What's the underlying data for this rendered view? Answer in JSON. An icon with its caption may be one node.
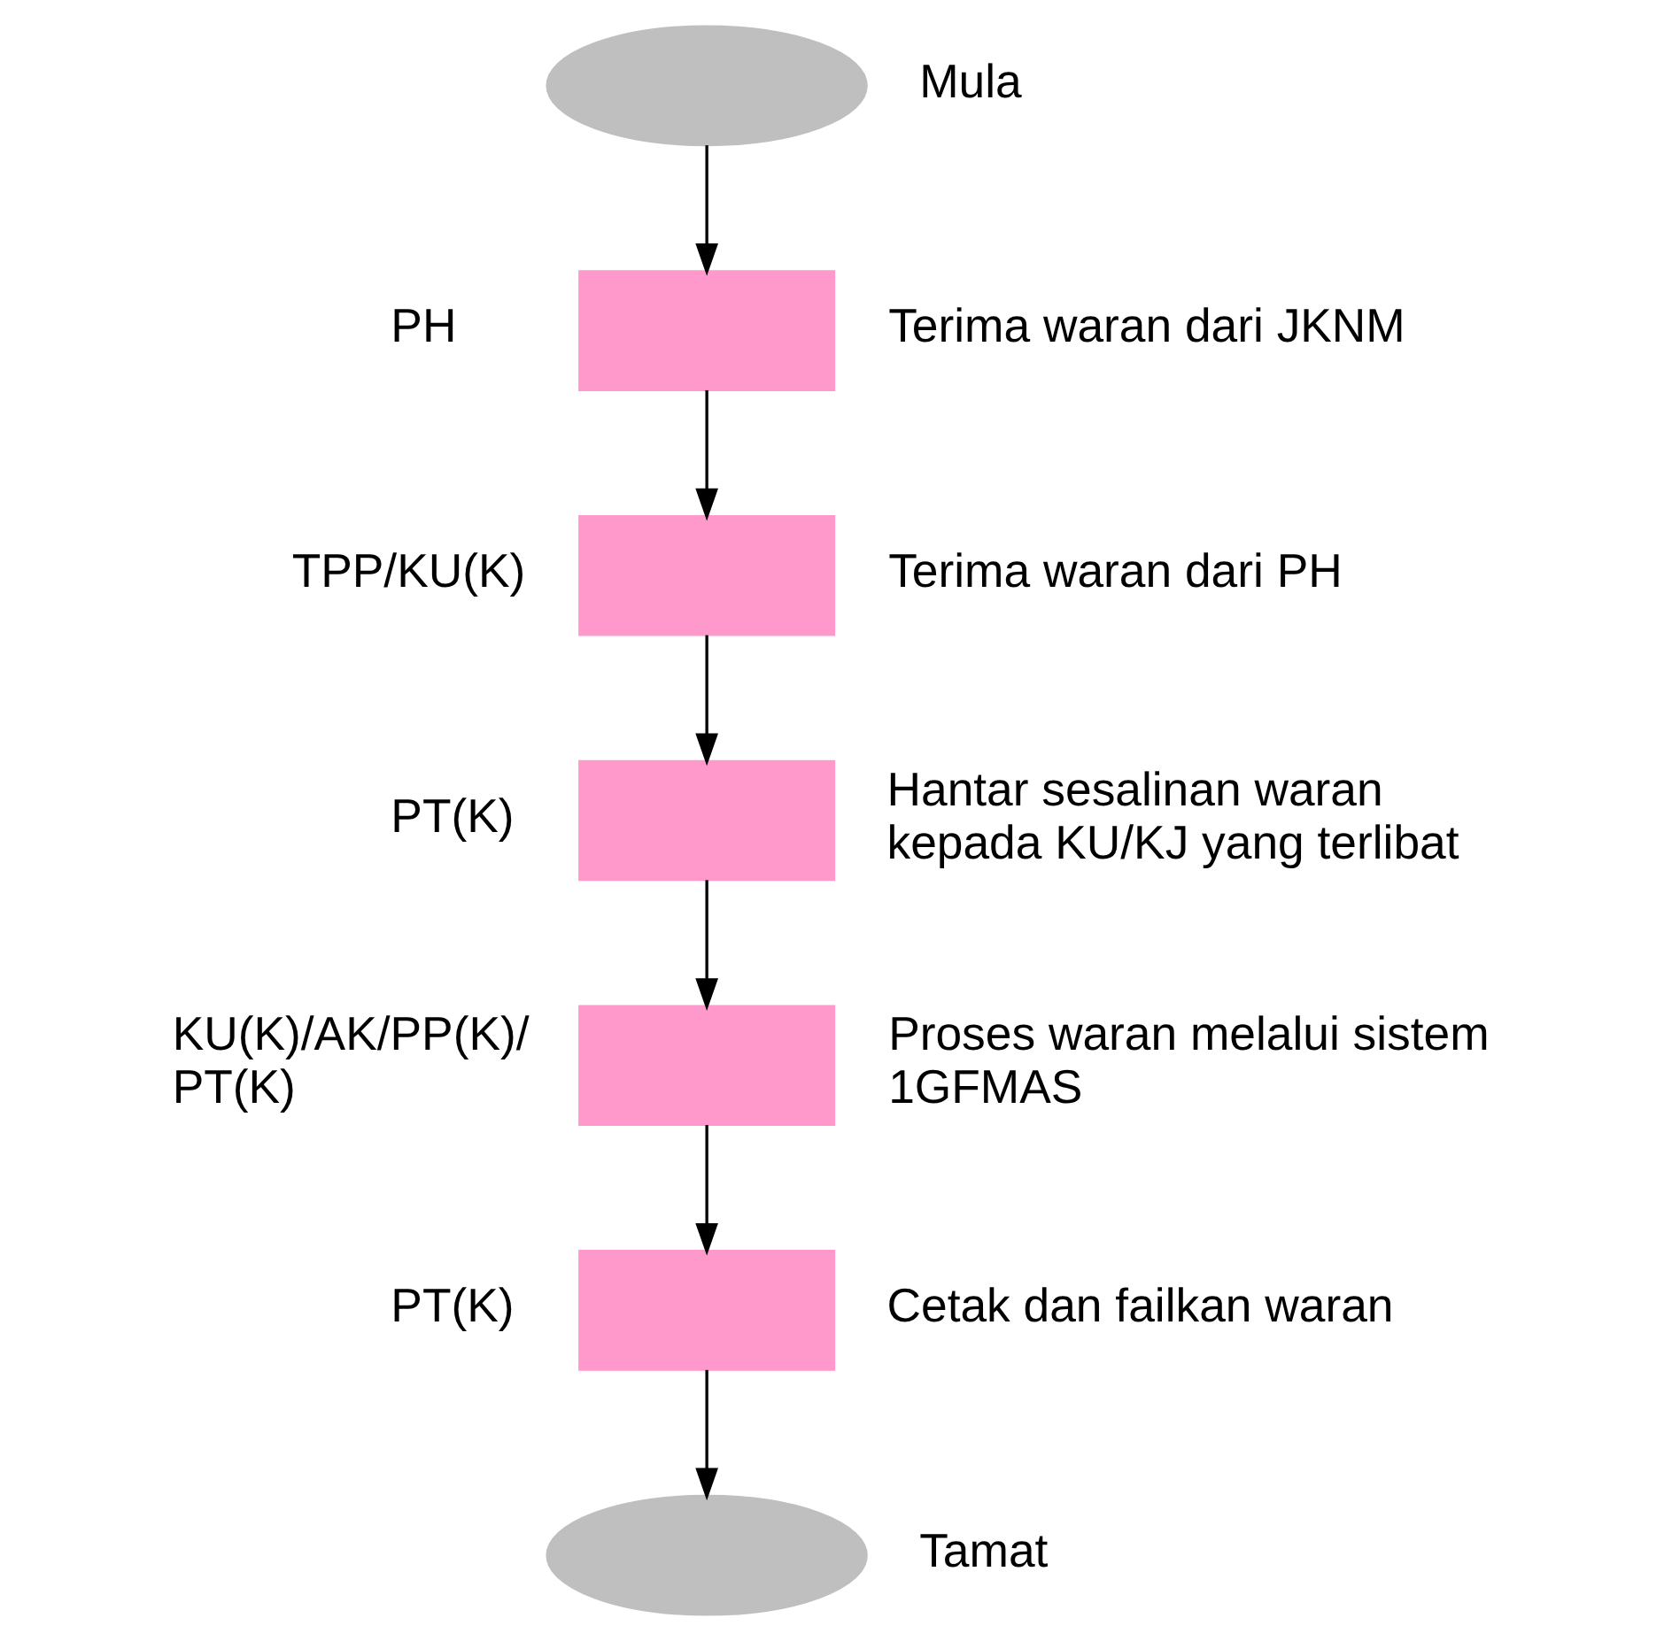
{
  "diagram": {
    "nodes": [
      {
        "text": [],
        "shape": "ellipse",
        "beside": [
          "Mula"
        ]
      },
      {
        "text": [],
        "shape": "box",
        "beside": [
          "PH",
          "Terima waran dari JKNM"
        ]
      },
      {
        "text": [],
        "shape": "box",
        "beside": [
          "TPP/KU(K)",
          "Terima waran dari PH"
        ]
      },
      {
        "text": [],
        "shape": "box",
        "beside": [
          "PT(K)",
          "Hantar sesalinan waran kepada KU/KJ yang terlibat"
        ]
      },
      {
        "text": [],
        "shape": "box",
        "beside": [
          "KU(K)/AK/PP(K)/ PT(K)",
          "Proses waran melalui sistem 1GFMAS"
        ]
      },
      {
        "text": [],
        "shape": "box",
        "beside": [
          "PT(K)",
          "Cetak dan failkan waran"
        ]
      },
      {
        "text": [],
        "shape": "ellipse",
        "beside": [
          "Tamat"
        ]
      }
    ],
    "edges": [
      {
        "from": 0,
        "to": 1,
        "arrow": "to"
      },
      {
        "from": 1,
        "to": 2,
        "arrow": "to"
      },
      {
        "from": 2,
        "to": 3,
        "arrow": "to"
      },
      {
        "from": 3,
        "to": 4,
        "arrow": "to"
      },
      {
        "from": 4,
        "to": 5,
        "arrow": "to"
      },
      {
        "from": 5,
        "to": 6,
        "arrow": "to"
      }
    ]
  }
}
